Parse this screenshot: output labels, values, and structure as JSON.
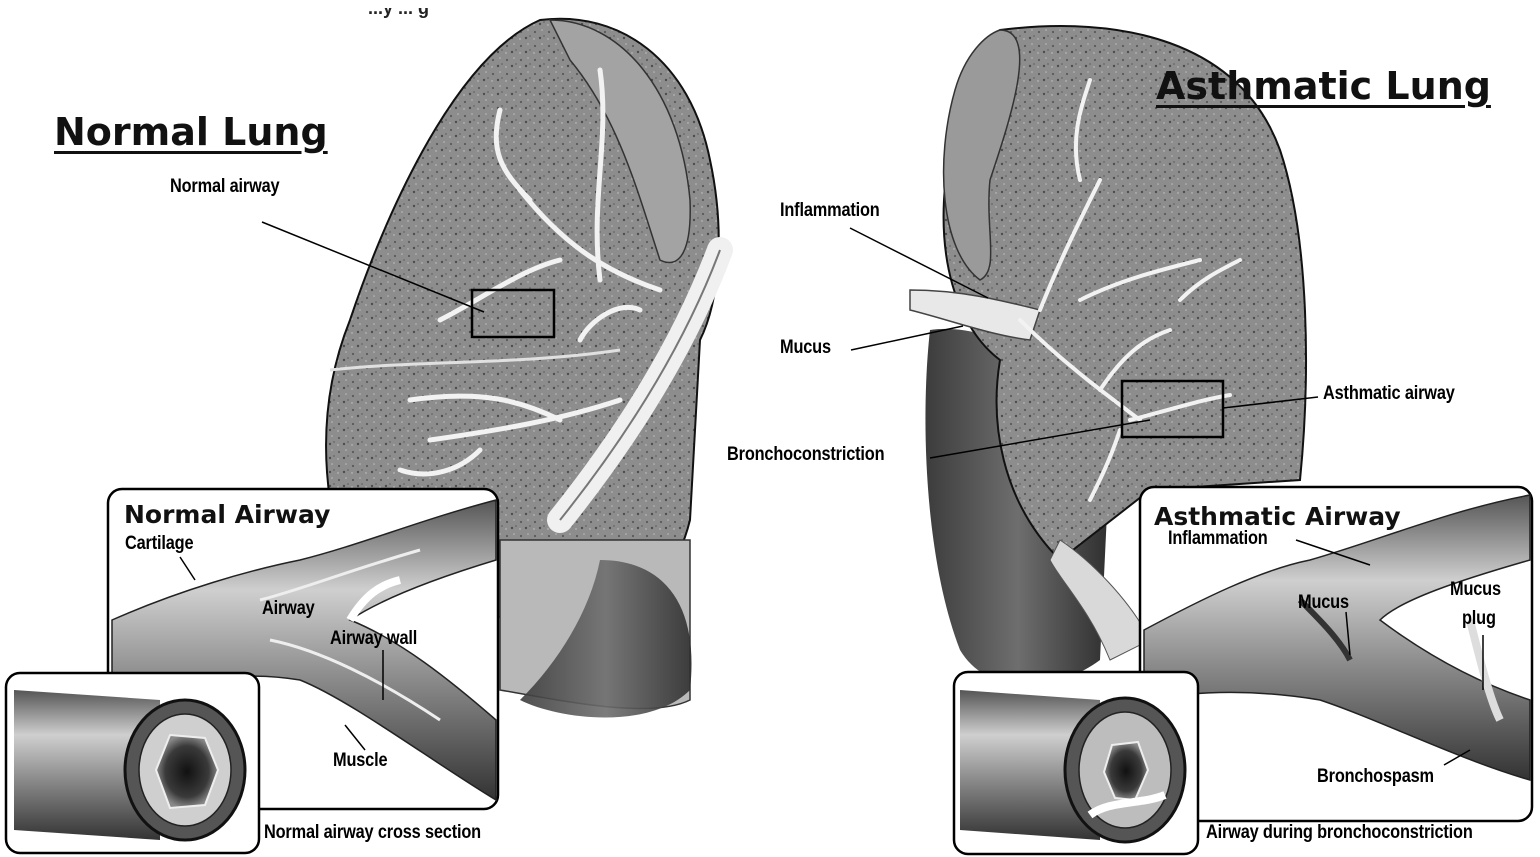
{
  "top_fragment": "...y ... g",
  "normal": {
    "title": "Normal Lung",
    "airway_label": "Normal airway",
    "box_title": "Normal Airway",
    "cartilage": "Cartilage",
    "airway": "Airway",
    "airway_wall": "Airway wall",
    "muscle": "Muscle",
    "cross_section": "Normal airway cross section"
  },
  "asthmatic": {
    "title": "Asthmatic Lung",
    "inflammation": "Inflammation",
    "mucus": "Mucus",
    "asthmatic_airway": "Asthmatic airway",
    "bronchoconstriction": "Bronchoconstriction",
    "box_title": "Asthmatic Airway",
    "box_inflammation": "Inflammation",
    "box_mucus": "Mucus",
    "mucus_plug_line1": "Mucus",
    "mucus_plug_line2": "plug",
    "bronchospasm": "Bronchospasm",
    "cross_section": "Airway during bronchoconstriction"
  },
  "colors": {
    "lung_fill": "#8c8c8c",
    "lung_dark": "#4a4a4a",
    "airway_light": "#e9e9e9",
    "outline": "#000000"
  }
}
